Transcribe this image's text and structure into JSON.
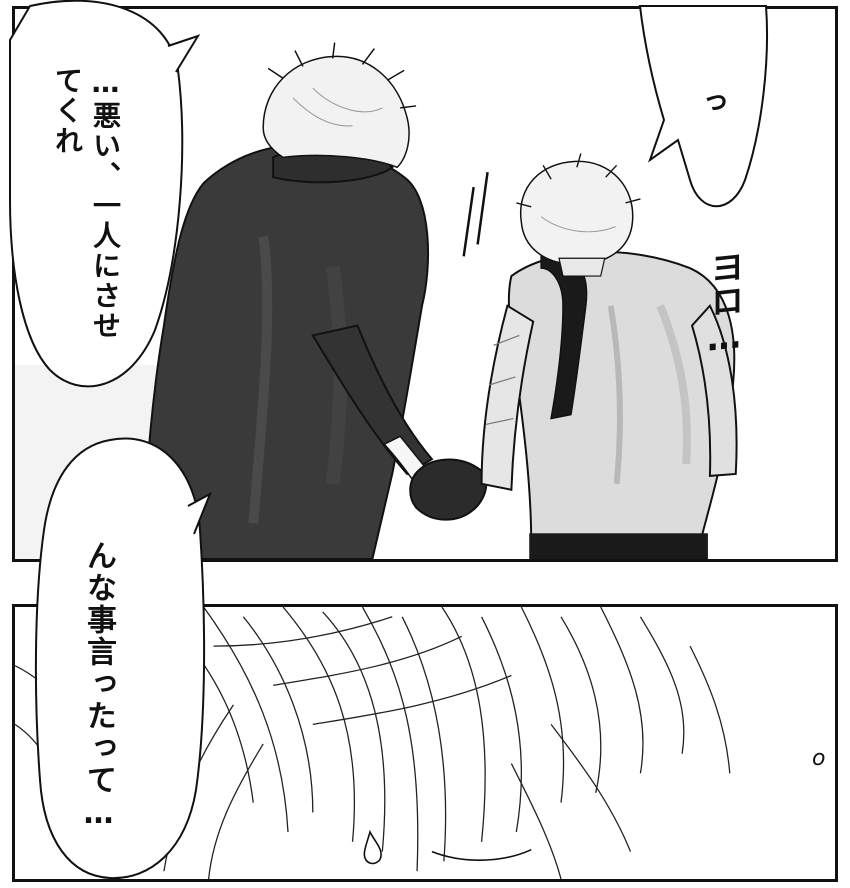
{
  "panels": [
    {
      "speech": [
        "…悪い、",
        "一人にさせてくれ"
      ],
      "reply": "っ",
      "sfx": "ヨロ…"
    },
    {
      "speech": "んな事言ったって…",
      "sfx": "o"
    }
  ],
  "colors": {
    "ink": "#111111",
    "coat": "#3a3a3a",
    "shirt": "#dcdcdc",
    "glove": "#2b2b2b",
    "hair": "#f2f2f2"
  },
  "icons": {
    "sweat_drop": "sweat-drop-icon",
    "motion_lines": "motion-lines-icon"
  }
}
